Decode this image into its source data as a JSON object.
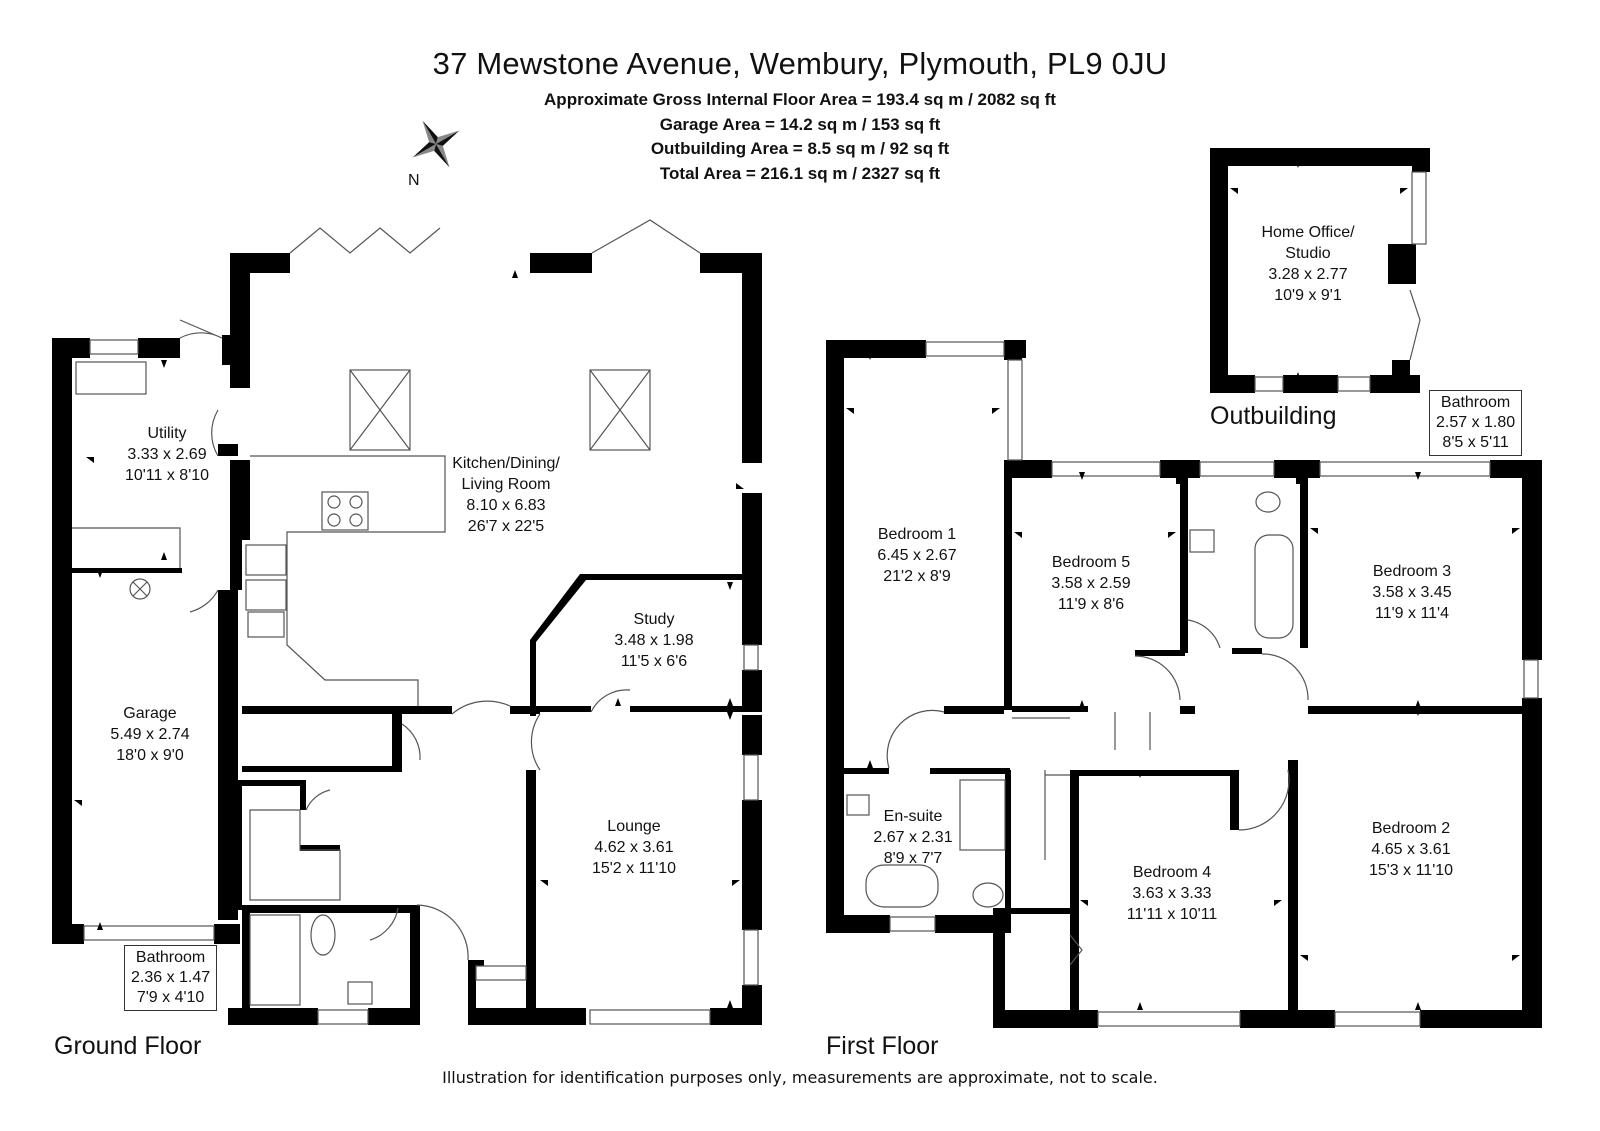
{
  "header": {
    "address": "37 Mewstone Avenue, Wembury, Plymouth, PL9 0JU",
    "gross_area": "Approximate Gross Internal Floor Area  = 193.4 sq m / 2082 sq ft",
    "garage_area": "Garage Area = 14.2 sq m / 153 sq ft",
    "outbuilding_area": "Outbuilding Area = 8.5 sq m / 92 sq ft",
    "total_area": "Total Area = 216.1 sq m / 2327 sq ft"
  },
  "compass": {
    "label": "N",
    "icon": "compass-rose-icon"
  },
  "floors": {
    "ground": "Ground Floor",
    "first": "First Floor",
    "outbuilding": "Outbuilding"
  },
  "rooms": {
    "utility": {
      "name": "Utility",
      "metric": "3.33 x 2.69",
      "imperial": "10'11 x 8'10"
    },
    "kitchen": {
      "name1": "Kitchen/Dining/",
      "name2": "Living Room",
      "metric": "8.10 x 6.83",
      "imperial": "26'7 x 22'5"
    },
    "study": {
      "name": "Study",
      "metric": "3.48 x 1.98",
      "imperial": "11'5 x 6'6"
    },
    "garage": {
      "name": "Garage",
      "metric": "5.49 x 2.74",
      "imperial": "18'0 x 9'0"
    },
    "lounge": {
      "name": "Lounge",
      "metric": "4.62 x 3.61",
      "imperial": "15'2 x 11'10"
    },
    "bathroom_ground": {
      "name": "Bathroom",
      "metric": "2.36 x 1.47",
      "imperial": "7'9 x 4'10"
    },
    "bedroom1": {
      "name": "Bedroom 1",
      "metric": "6.45 x 2.67",
      "imperial": "21'2 x 8'9"
    },
    "bedroom5": {
      "name": "Bedroom 5",
      "metric": "3.58 x 2.59",
      "imperial": "11'9 x 8'6"
    },
    "bedroom3": {
      "name": "Bedroom 3",
      "metric": "3.58 x 3.45",
      "imperial": "11'9 x 11'4"
    },
    "bathroom_first": {
      "name": "Bathroom",
      "metric": "2.57 x 1.80",
      "imperial": "8'5 x 5'11"
    },
    "ensuite": {
      "name": "En-suite",
      "metric": "2.67 x 2.31",
      "imperial": "8'9 x 7'7"
    },
    "bedroom4": {
      "name": "Bedroom 4",
      "metric": "3.63 x 3.33",
      "imperial": "11'11 x 10'11"
    },
    "bedroom2": {
      "name": "Bedroom 2",
      "metric": "4.65 x 3.61",
      "imperial": "15'3 x 11'10"
    },
    "office": {
      "name1": "Home Office/",
      "name2": "Studio",
      "metric": "3.28 x 2.77",
      "imperial": "10'9 x 9'1"
    }
  },
  "footer": "Illustration for identification purposes only, measurements are approximate, not to scale.",
  "style": {
    "wall_color": "#000000",
    "fixture_color": "#555555"
  }
}
